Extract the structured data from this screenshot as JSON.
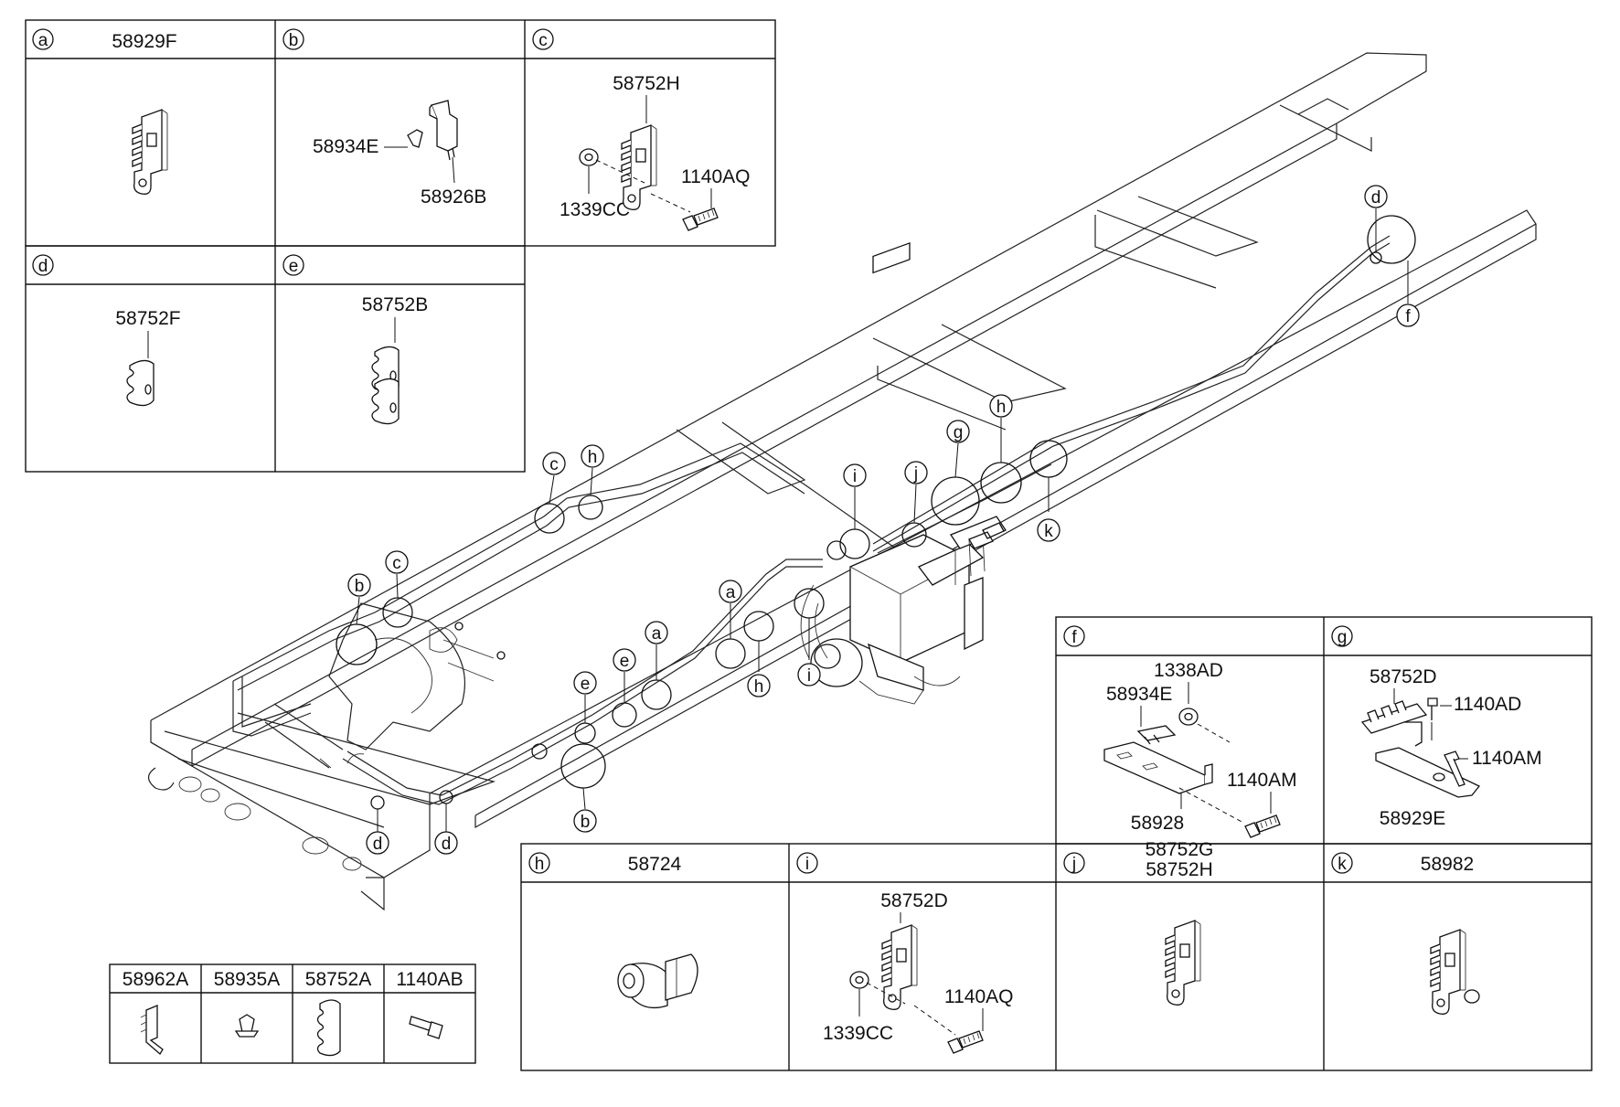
{
  "panels": {
    "a": {
      "letter": "a",
      "parts": [
        "58929F"
      ]
    },
    "b": {
      "letter": "b",
      "parts": [
        "58934E",
        "58926B"
      ]
    },
    "c": {
      "letter": "c",
      "parts": [
        "58752H",
        "1339CC",
        "1140AQ"
      ]
    },
    "d": {
      "letter": "d",
      "parts": [
        "58752F"
      ]
    },
    "e": {
      "letter": "e",
      "parts": [
        "58752B"
      ]
    },
    "f": {
      "letter": "f",
      "parts": [
        "1338AD",
        "58934E",
        "1140AM",
        "58928"
      ]
    },
    "g": {
      "letter": "g",
      "parts": [
        "58752D",
        "1140AD",
        "1140AM",
        "58929E"
      ]
    },
    "h": {
      "letter": "h",
      "parts": [
        "58724"
      ]
    },
    "i": {
      "letter": "i",
      "parts": [
        "58752D",
        "1339CC",
        "1140AQ"
      ]
    },
    "j": {
      "letter": "j",
      "parts": [
        "58752G",
        "58752H"
      ]
    },
    "k": {
      "letter": "k",
      "parts": [
        "58982"
      ]
    }
  },
  "legend_table": {
    "headers": [
      "58962A",
      "58935A",
      "58752A",
      "1140AB"
    ]
  },
  "callouts": [
    {
      "id": "c1",
      "letter": "c"
    },
    {
      "id": "h1",
      "letter": "h"
    },
    {
      "id": "b1",
      "letter": "b"
    },
    {
      "id": "c2",
      "letter": "c"
    },
    {
      "id": "i1",
      "letter": "i"
    },
    {
      "id": "j1",
      "letter": "j"
    },
    {
      "id": "g1",
      "letter": "g"
    },
    {
      "id": "h2",
      "letter": "h"
    },
    {
      "id": "k1",
      "letter": "k"
    },
    {
      "id": "d1",
      "letter": "d"
    },
    {
      "id": "f1",
      "letter": "f"
    },
    {
      "id": "a1",
      "letter": "a"
    },
    {
      "id": "a2",
      "letter": "a"
    },
    {
      "id": "e1",
      "letter": "e"
    },
    {
      "id": "e2",
      "letter": "e"
    },
    {
      "id": "h3",
      "letter": "h"
    },
    {
      "id": "i2",
      "letter": "i"
    },
    {
      "id": "d2",
      "letter": "d"
    },
    {
      "id": "d3",
      "letter": "d"
    },
    {
      "id": "b2",
      "letter": "b"
    }
  ]
}
